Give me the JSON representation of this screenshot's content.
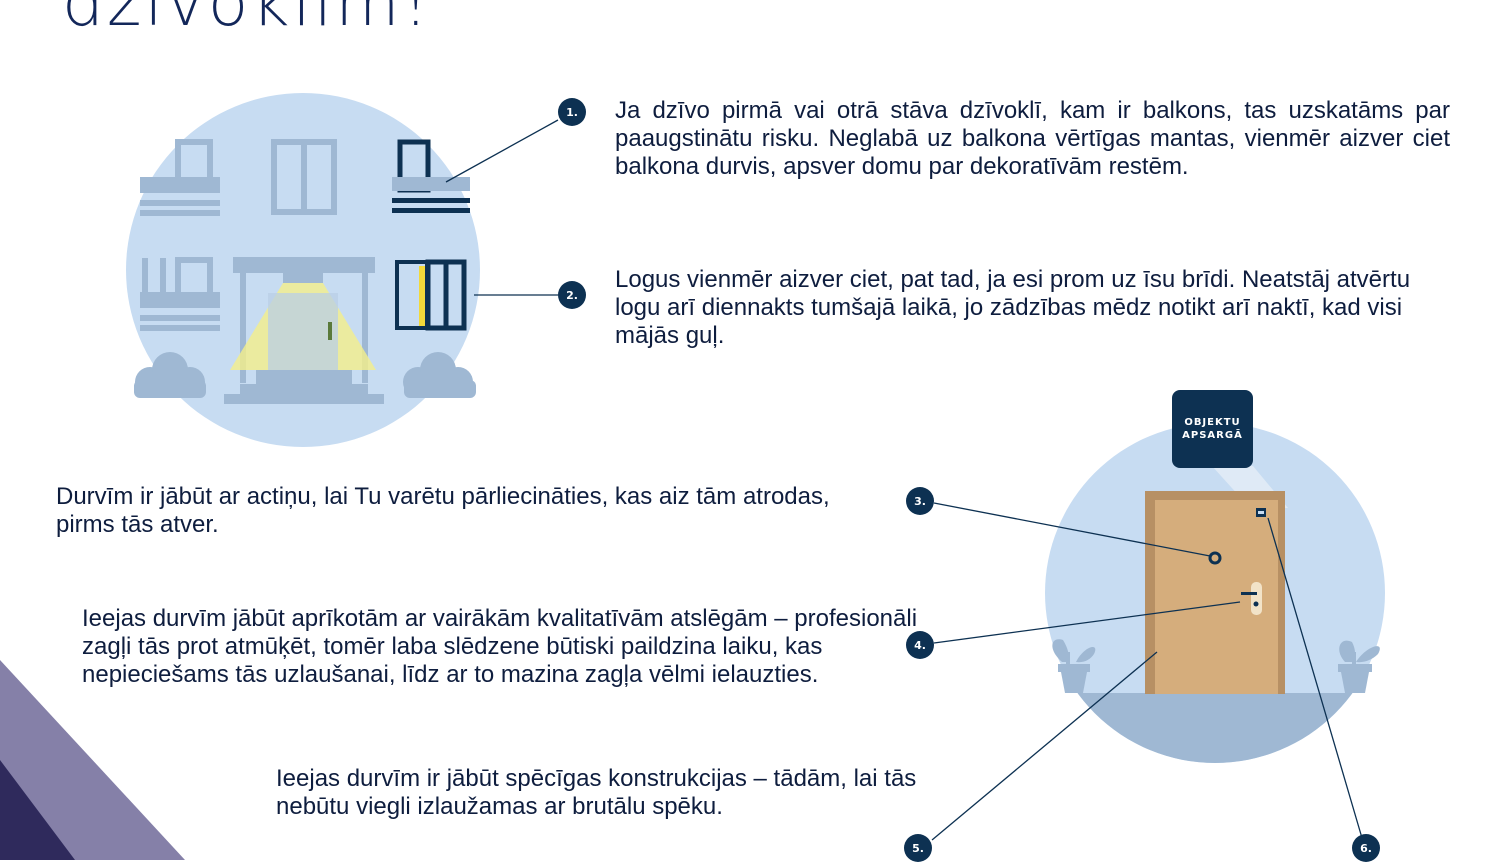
{
  "header": {
    "title": "dzīvoklim!"
  },
  "tips": [
    {
      "number": "1.",
      "text": "Ja dzīvo pirmā vai otrā stāva dzīvoklī, kam ir balkons, tas uzskatāms par paaugstinātu risku. Neglabā uz balkona vērtīgas mantas, vienmēr aizver ciet balkona durvis, apsver domu par dekoratīvām restēm."
    },
    {
      "number": "2.",
      "text": "Logus vienmēr aizver ciet, pat tad, ja esi prom uz īsu brīdi. Neatstāj atvērtu logu arī diennakts tumšajā laikā, jo zādzības mēdz notikt arī naktī, kad visi mājās guļ."
    },
    {
      "number": "3.",
      "text": "Durvīm ir jābūt ar actiņu, lai Tu varētu pārliecināties, kas aiz tām atrodas, pirms tās atver."
    },
    {
      "number": "4.",
      "text": "Ieejas durvīm jābūt aprīkotām ar vairākām kvalitatīvām atslēgām – profesionāli zagļi tās prot atmūķēt, tomēr laba slēdzene būtiski paildzina laiku, kas nepieciešams tās uzlaušanai, līdz ar to mazina zagļa vēlmi ielauzties."
    },
    {
      "number": "5.",
      "text": "Ieejas durvīm ir jābūt spēcīgas konstrukcijas – tādām, lai tās nebūtu viegli izlaužamas ar brutālu spēku."
    },
    {
      "number": "6."
    }
  ],
  "guard_sign": {
    "line1": "OBJEKTU",
    "line2": "APSARGĀ"
  },
  "colors": {
    "navy": "#0d3152",
    "circle": "#c7dcf2",
    "building": "#9fb8d3",
    "door": "#d5ad7c",
    "corner_dark": "#2f2a5c",
    "corner_light": "#8580a8"
  }
}
